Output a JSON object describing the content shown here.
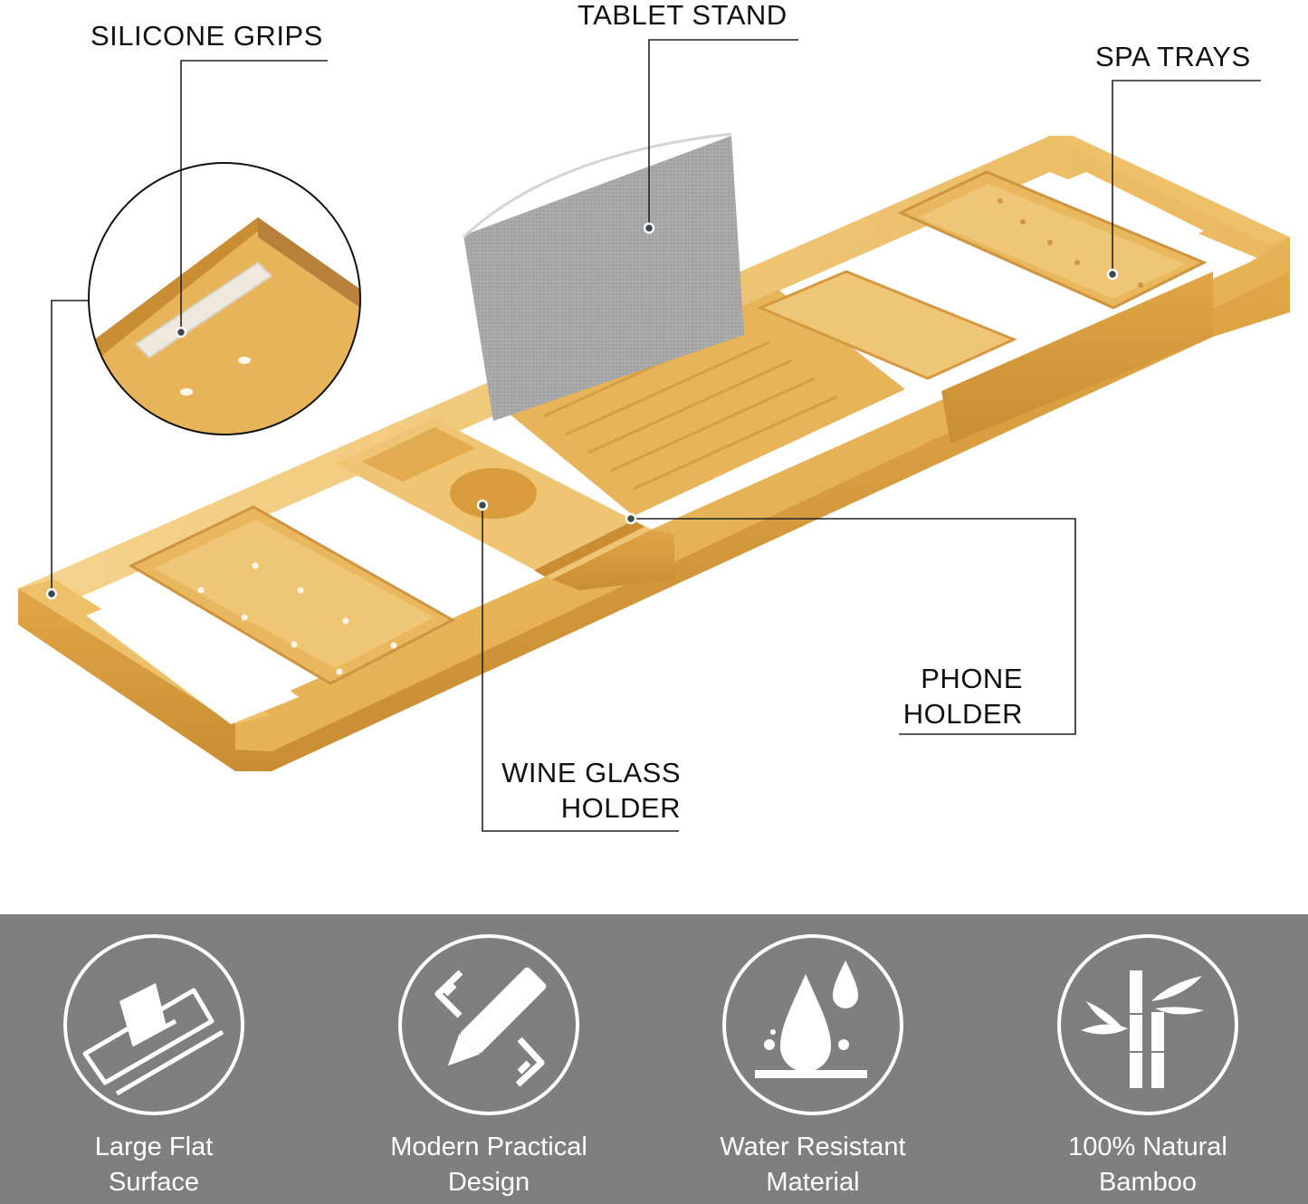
{
  "callouts": {
    "silicone_grips": "SILICONE GRIPS",
    "tablet_stand": "TABLET STAND",
    "spa_trays": "SPA TRAYS",
    "phone_holder_line1": "PHONE",
    "phone_holder_line2": "HOLDER",
    "wine_glass_line1": "WINE GLASS",
    "wine_glass_line2": "HOLDER"
  },
  "features": [
    {
      "icon": "flat-surface-icon",
      "line1": "Large Flat",
      "line2": "Surface"
    },
    {
      "icon": "pencil-ruler-icon",
      "line1": "Modern Practical",
      "line2": "Design"
    },
    {
      "icon": "water-drop-icon",
      "line1": "Water Resistant",
      "line2": "Material"
    },
    {
      "icon": "bamboo-icon",
      "line1": "100% Natural",
      "line2": "Bamboo"
    }
  ],
  "colors": {
    "bamboo": "#e7b45a",
    "bamboo_dark": "#c98d33",
    "bamboo_light": "#f3cf86",
    "fabric": "#a9a9a9",
    "feature_band": "#7f7f7f",
    "callout_dot": "#3f4650"
  }
}
